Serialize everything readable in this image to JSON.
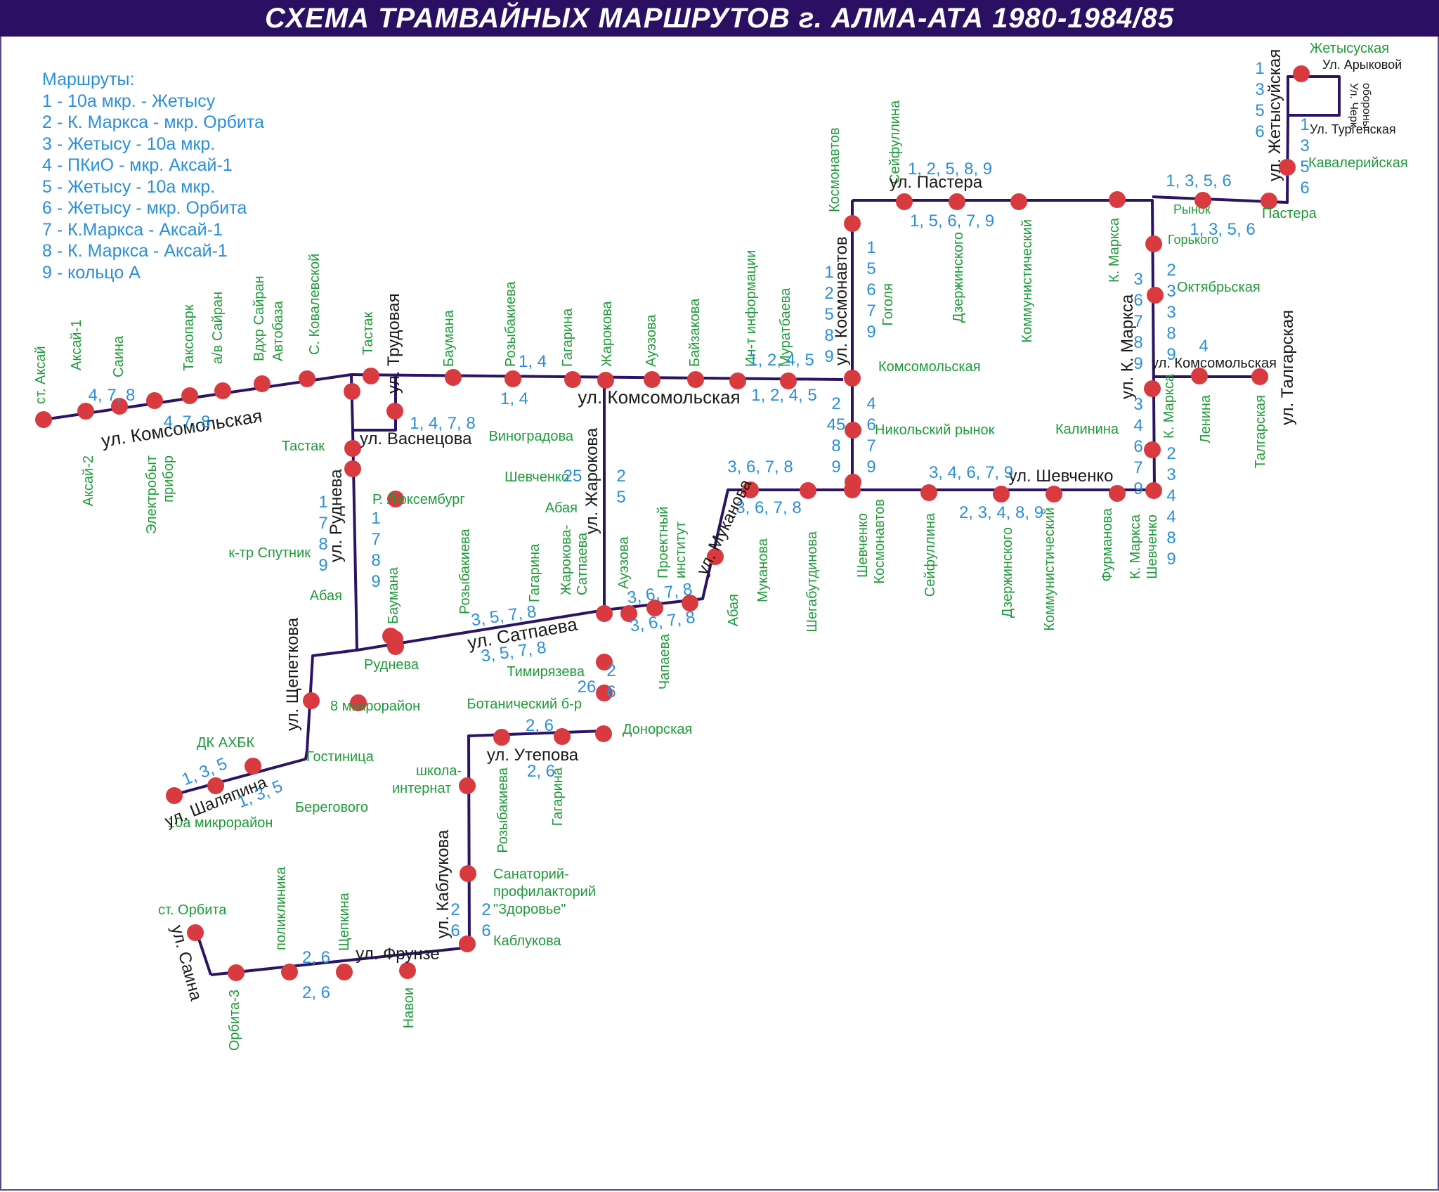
{
  "header": {
    "title": "СХЕМА ТРАМВАЙНЫХ МАРШРУТОВ г. АЛМА-АТА 1980-1984/85"
  },
  "legend": {
    "title": "Маршруты:",
    "routes": [
      "1 - 10а мкр. - Жетысу",
      "2 - К. Маркса - мкр. Орбита",
      "3 - Жетысу - 10а мкр.",
      "4 - ПКиО - мкр. Аксай-1",
      "5 -  Жетысу - 10а мкр.",
      "6 - Жетысу  - мкр. Орбита",
      "7 - К.Маркса - Аксай-1",
      "8 - К. Маркса - Аксай-1",
      "9 - кольцо А"
    ]
  },
  "colors": {
    "header_bg": "#2b0f63",
    "line": "#2b1466",
    "stop": "#d93a3f",
    "stop_label": "#1f9a3a",
    "route_number": "#2a8fd6",
    "street": "#1a1a1a",
    "legend": "#2a8fd6"
  },
  "streets": [
    "ул. Комсомольская",
    "ул. Трудовая",
    "ул. Васнецова",
    "ул. Руднева",
    "ул. Щепеткова",
    "ул. Шаляпина",
    "ул. Комсомольская",
    "ул. Жарокова",
    "ул. Сатпаева",
    "ул. Муканова",
    "ул. Утепова",
    "ул. Каблукова",
    "ул. Фрунзе",
    "ул. Саина",
    "ул. Космонавтов",
    "ул. Пастера",
    "ул. Шевченко",
    "ул. К. Маркса",
    "ул. Комсомольская",
    "ул. Талгарская",
    "ул. Жетысуйская",
    "Ул. Арыковой",
    "Ул. Черк. обороны",
    "Ул. Тургенская"
  ],
  "stops": [
    "ст. Аксай",
    "Аксай-1",
    "Аксай-2",
    "Саина",
    "Электробыт-прибор",
    "Таксопарк",
    "а/в Сайран",
    "Вдхр Сайран Автобаза",
    "С. Ковалевской",
    "Тастак",
    "Тастак",
    "Баумана",
    "Розыбакиева",
    "Гагарина",
    "Жарокова",
    "Ауэзова",
    "Байзакова",
    "Ин-т информации",
    "Муратбаева",
    "Виноградова",
    "Шевченко",
    "Абая",
    "Р. Люксембург",
    "к-тр Спутник",
    "Абая",
    "Баумана",
    "Руднева",
    "Розыбакиева",
    "Гагарина",
    "Жарокова-Сатпаева",
    "Ауэзова",
    "Проектный институт",
    "Чапаева",
    "Абая",
    "Тимирязева",
    "Ботанический б-р",
    "Донорская",
    "8 микрорайон",
    "ДК АХБК",
    "Гостиница",
    "Берегового",
    "10а микрорайон",
    "школа-интернат",
    "Розыбакиева",
    "Гагарина",
    "Санаторий-профилакторий \"Здоровье\"",
    "Каблукова",
    "ст. Орбита",
    "Орбита-3",
    "поликлиника",
    "Щепкина",
    "Навои",
    "Космонавтов",
    "Сейфуллина",
    "Гоголя",
    "Комсомольская",
    "Никольский рынок",
    "Дзержинского",
    "Коммунистический",
    "К. Маркса",
    "Муканова",
    "Шегабутдинова",
    "Шевченко Космонавтов",
    "Сейфуллина",
    "Дзержинского",
    "Коммунистический",
    "Фурманова",
    "К. Маркса Шевченко",
    "Калинина",
    "К. Маркса",
    "Горького",
    "Октябрьская",
    "Ленина",
    "Талгарская",
    "Рынок",
    "Пастера",
    "Кавалерийская",
    "Жетысуская"
  ],
  "route_labels": [
    "4, 7, 8",
    "4, 7, 8",
    "1, 4",
    "1, 4",
    "1, 4, 7, 8",
    "1, 2, 4, 5",
    "1, 2, 4, 5",
    "3, 6, 7, 8",
    "3, 6, 7, 8",
    "3, 4, 6, 7, 9",
    "2, 3, 4, 8, 9",
    "3, 5, 7, 8",
    "3, 5, 7, 8",
    "3, 6, 7, 8",
    "3, 6, 7, 8",
    "2, 6",
    "2, 6",
    "2, 6",
    "2, 6",
    "1, 3, 5",
    "1, 3, 5",
    "1, 2, 5, 8, 9",
    "1, 5, 6, 7, 9",
    "1, 3, 5, 6",
    "1, 3, 5, 6",
    "4",
    "1",
    "3",
    "5",
    "6"
  ]
}
